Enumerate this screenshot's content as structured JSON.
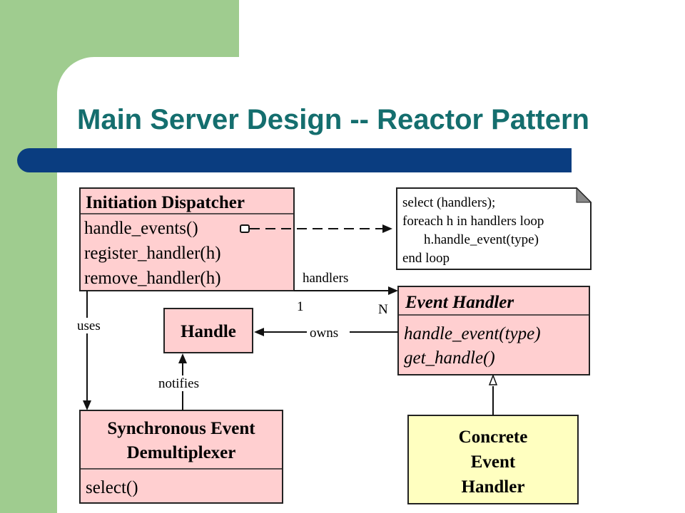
{
  "slide": {
    "title": "Main Server Design -- Reactor Pattern",
    "colors": {
      "green": "#9fcc8f",
      "title": "#146e6e",
      "bar": "#0a3d80",
      "box_pink": "#ffcfd0",
      "box_yellow": "#ffffc0"
    }
  },
  "diagram": {
    "initiation_dispatcher": {
      "name": "Initiation Dispatcher",
      "methods": [
        "handle_events()",
        "register_handler(h)",
        "remove_handler(h)"
      ]
    },
    "note": {
      "lines": [
        "select (handlers);",
        "foreach h in handlers loop",
        "h.handle_event(type)",
        "end loop"
      ]
    },
    "event_handler": {
      "name": "Event  Handler",
      "methods": [
        "handle_event(type)",
        "get_handle()"
      ]
    },
    "handle": {
      "name": "Handle"
    },
    "sync_demux": {
      "name_lines": [
        "Synchronous Event",
        "Demultiplexer"
      ],
      "methods": [
        "select()"
      ]
    },
    "concrete": {
      "name_lines": [
        "Concrete",
        "Event",
        "Handler"
      ]
    },
    "edges": {
      "handlers": "handlers",
      "mult_one": "1",
      "mult_n": "N",
      "owns": "owns",
      "uses": "uses",
      "notifies": "notifies"
    }
  }
}
